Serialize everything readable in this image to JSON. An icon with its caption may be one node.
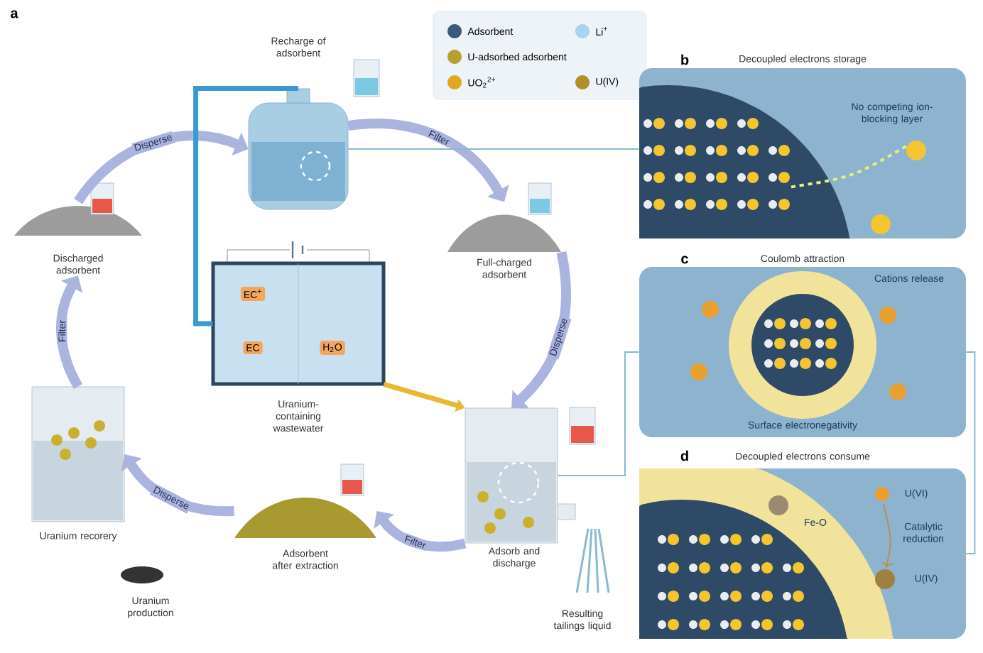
{
  "diagram": {
    "nodes": [
      {
        "text": [
          "Recharge of adsorbent"
        ]
      },
      {
        "text": [
          "Full-charged adsorbent"
        ]
      },
      {
        "text": [
          "Adsorb and discharge"
        ]
      },
      {
        "text": [
          "Adsorbent after extraction"
        ]
      },
      {
        "text": [
          "Uranium recorery"
        ]
      },
      {
        "text": [
          "Discharged adsorbent"
        ]
      },
      {
        "text": [
          "Uranium-containing wastewater"
        ]
      },
      {
        "text": [
          "Uranium production"
        ]
      },
      {
        "text": [
          "Resulting tailings liquid"
        ]
      },
      {
        "text": [
          "Decoupled electrons storage",
          "No competing ion-blocking layer"
        ]
      },
      {
        "text": [
          "Coulomb attraction",
          "Cations release",
          "Surface electronegativity"
        ]
      },
      {
        "text": [
          "Decoupled electrons consume",
          "Fe-O",
          "U(VI)",
          "Catalytic reduction",
          "U(IV)"
        ]
      }
    ],
    "edges": [
      {
        "from": 0,
        "to": 1,
        "arrow": "to",
        "label": "Filter"
      },
      {
        "from": 1,
        "to": 2,
        "arrow": "to",
        "label": "Disperse"
      },
      {
        "from": 2,
        "to": 3,
        "arrow": "to",
        "label": "Filter"
      },
      {
        "from": 3,
        "to": 4,
        "arrow": "to",
        "label": "Disperse"
      },
      {
        "from": 4,
        "to": 5,
        "arrow": "to",
        "label": "Filter"
      },
      {
        "from": 5,
        "to": 0,
        "arrow": "to",
        "label": "Disperse"
      },
      {
        "from": 6,
        "to": 2,
        "arrow": "to",
        "color": "#e8b830"
      },
      {
        "from": 6,
        "to": 0,
        "arrow": "none",
        "color": "#3a9ad0"
      },
      {
        "from": 0,
        "to": 9,
        "arrow": "none",
        "color": "#8ab8d0"
      },
      {
        "from": 2,
        "to": 10,
        "arrow": "none",
        "color": "#8ab8d0"
      },
      {
        "from": 10,
        "to": 11,
        "arrow": "none",
        "color": "#8ab8d0"
      }
    ],
    "labels": [
      "a",
      "EC$^{+}$",
      "EC",
      "H$_{2}$O",
      "b",
      "c",
      "d"
    ],
    "legend": [
      {
        "text": "Adsorbent",
        "color": "#3d5a78"
      },
      {
        "text": "Li$^{+}$",
        "color": "#a8d4ee"
      },
      {
        "text": "U-adsorbed adsorbent",
        "color": "#b8a030"
      },
      {
        "text": "UO$_{2}$$^{2+}$",
        "color": "#e0a820"
      },
      {
        "text": "U(IV)",
        "color": "#b0902a"
      }
    ]
  }
}
